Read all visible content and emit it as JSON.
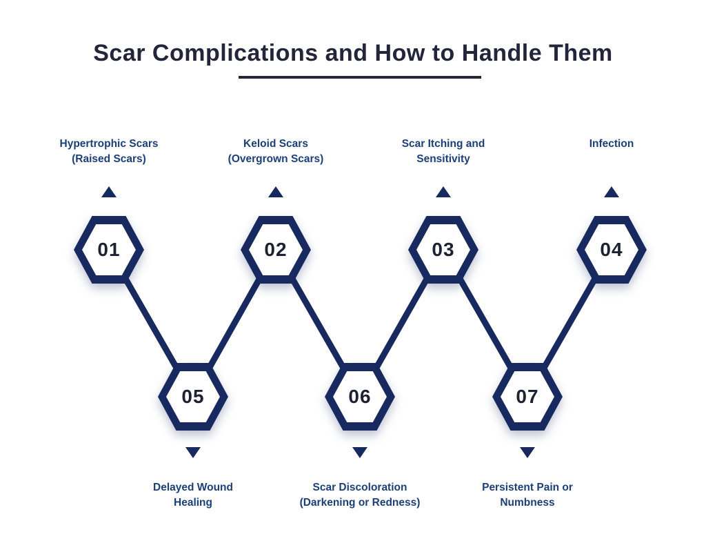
{
  "title": "Scar Complications and How to Handle Them",
  "colors": {
    "navy": "#17295e",
    "label_blue": "#1c3f77",
    "title_color": "#23263a",
    "number_color": "#1d2130",
    "background": "#ffffff"
  },
  "nodes": [
    {
      "number": "01",
      "row": "top",
      "label": "Hypertrophic Scars (Raised Scars)",
      "label_lines": [
        "Hypertrophic Scars",
        "(Raised Scars)"
      ]
    },
    {
      "number": "02",
      "row": "top",
      "label": "Keloid Scars (Overgrown Scars)",
      "label_lines": [
        "Keloid Scars",
        "(Overgrown Scars)"
      ]
    },
    {
      "number": "03",
      "row": "top",
      "label": "Scar Itching and Sensitivity",
      "label_lines": [
        "Scar Itching and",
        "Sensitivity"
      ]
    },
    {
      "number": "04",
      "row": "top",
      "label": "Infection",
      "label_lines": [
        "Infection"
      ]
    },
    {
      "number": "05",
      "row": "bottom",
      "label": "Delayed Wound Healing",
      "label_lines": [
        "Delayed Wound",
        "Healing"
      ]
    },
    {
      "number": "06",
      "row": "bottom",
      "label": "Scar Discoloration (Darkening or Redness)",
      "label_lines": [
        "Scar Discoloration",
        "(Darkening or Redness)"
      ]
    },
    {
      "number": "07",
      "row": "bottom",
      "label": "Persistent Pain or Numbness",
      "label_lines": [
        "Persistent Pain or",
        "Numbness"
      ]
    }
  ],
  "connections": [
    [
      "01",
      "05"
    ],
    [
      "05",
      "02"
    ],
    [
      "02",
      "06"
    ],
    [
      "06",
      "03"
    ],
    [
      "03",
      "07"
    ],
    [
      "07",
      "04"
    ]
  ]
}
